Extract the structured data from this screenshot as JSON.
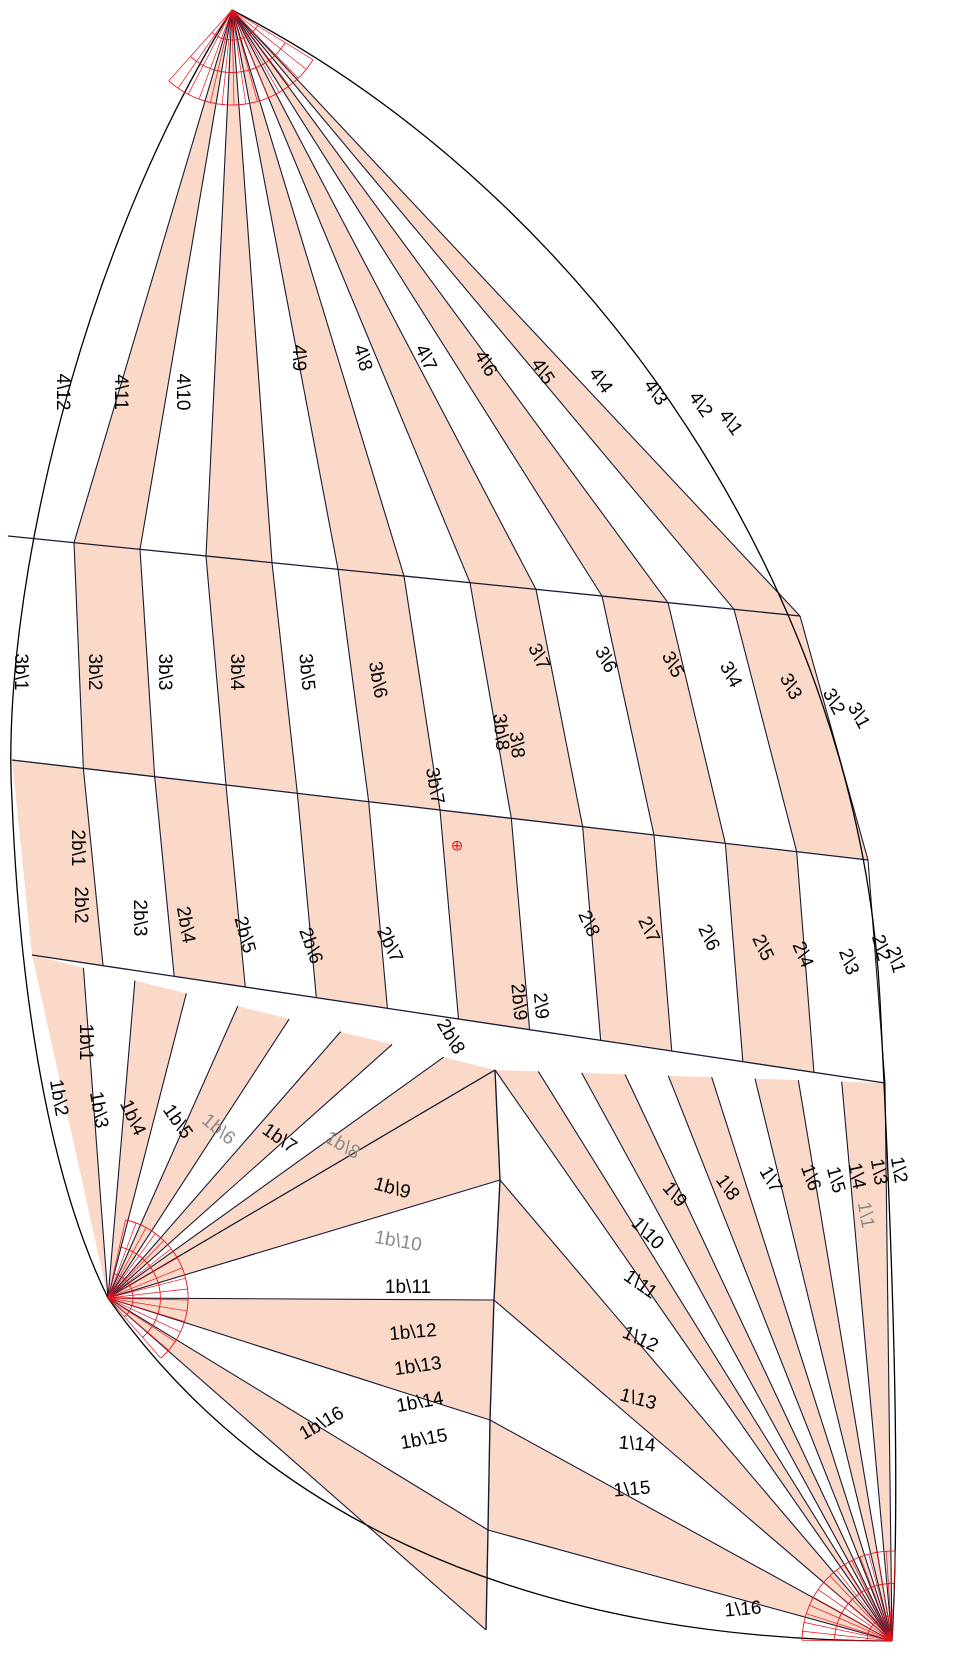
{
  "colors": {
    "panel_fill": "#fbd9c8",
    "seam": "#1a1a33",
    "edge": "#000000",
    "corner_marks": "#e8141c",
    "label": "#000000",
    "label_grey": "#8a8a8a"
  },
  "corners": {
    "head": "head-corner",
    "tack": "tack-corner",
    "clew": "clew-corner"
  },
  "center_mark": "⊕",
  "labels": {
    "l4_12": "4\\12",
    "l4_11": "4\\11",
    "l4_10": "4\\10",
    "l4_9": "4\\9",
    "l4_8": "4\\8",
    "l4_7": "4\\7",
    "l4_6": "4\\6",
    "l4_5": "4\\5",
    "l4_4": "4\\4",
    "l4_3": "4\\3",
    "l4_2": "4\\2",
    "l4_1": "4\\1",
    "l3b_1": "3b\\1",
    "l3b_2": "3b\\2",
    "l3b_3": "3b\\3",
    "l3b_4": "3b\\4",
    "l3b_5": "3b\\5",
    "l3b_6": "3b\\6",
    "l3b_7": "3b\\7",
    "l3b_8": "3b\\8",
    "l3_8": "3\\8",
    "l3_7": "3\\7",
    "l3_6": "3\\6",
    "l3_5": "3\\5",
    "l3_4": "3\\4",
    "l3_3": "3\\3",
    "l3_2": "3\\2",
    "l3_1": "3\\1",
    "l2b_1": "2b\\1",
    "l2b_2": "2b\\2",
    "l2b_3": "2b\\3",
    "l2b_4": "2b\\4",
    "l2b_5": "2b\\5",
    "l2b_6": "2b\\6",
    "l2b_7": "2b\\7",
    "l2b_8": "2b\\8",
    "l2b_9": "2b\\9",
    "l2_9": "2\\9",
    "l2_8": "2\\8",
    "l2_7": "2\\7",
    "l2_6": "2\\6",
    "l2_5": "2\\5",
    "l2_4": "2\\4",
    "l2_3": "2\\3",
    "l2_2": "2\\2",
    "l2_1": "2\\1",
    "l1b_1": "1b\\1",
    "l1b_2": "1b\\2",
    "l1b_3": "1b\\3",
    "l1b_4": "1b\\4",
    "l1b_5": "1b\\5",
    "l1b_6": "1b\\6",
    "l1b_7": "1b\\7",
    "l1b_8": "1b\\8",
    "l1b_9": "1b\\9",
    "l1b_10": "1b\\10",
    "l1b_11": "1b\\11",
    "l1b_12": "1b\\12",
    "l1b_13": "1b\\13",
    "l1b_14": "1b\\14",
    "l1b_15": "1b\\15",
    "l1b_16": "1b\\16",
    "l1_1": "1\\1",
    "l1_2": "1\\2",
    "l1_3": "1\\3",
    "l1_4": "1\\4",
    "l1_5": "1\\5",
    "l1_6": "1\\6",
    "l1_7": "1\\7",
    "l1_8": "1\\8",
    "l1_9": "1\\9",
    "l1_10": "1\\10",
    "l1_11": "1\\11",
    "l1_12": "1\\12",
    "l1_13": "1\\13",
    "l1_14": "1\\14",
    "l1_15": "1\\15",
    "l1_16": "1\\16"
  }
}
